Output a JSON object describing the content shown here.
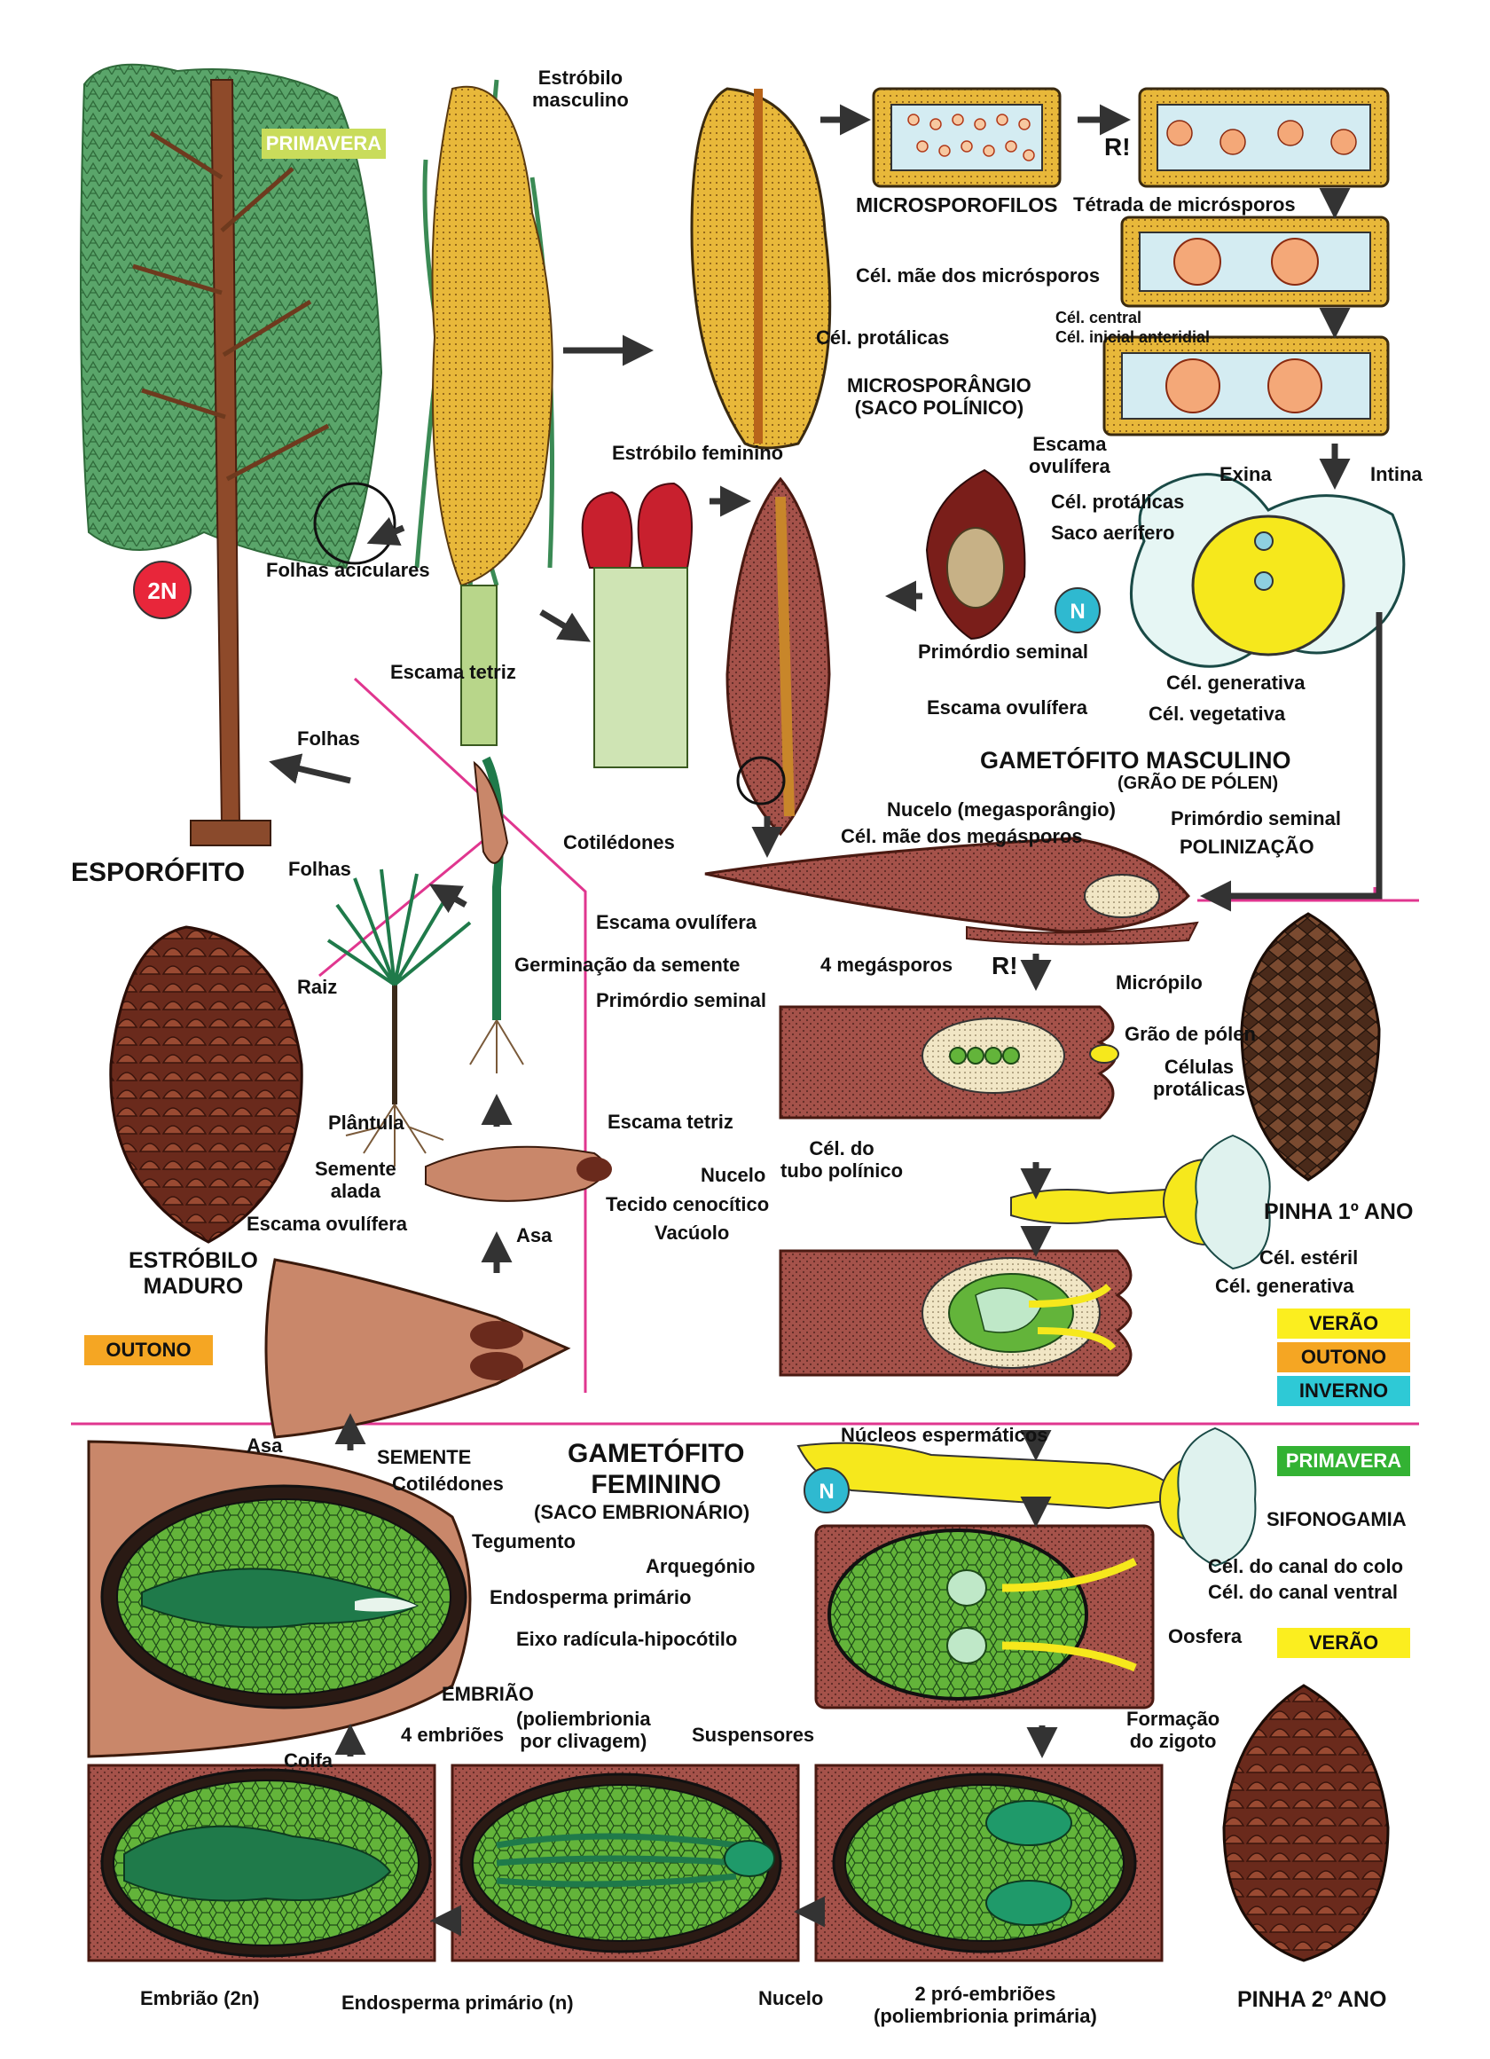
{
  "seasons": {
    "primavera": "PRIMAVERA",
    "outono": "OUTONO",
    "verao": "VERÃO",
    "inverno": "INVERNO"
  },
  "colors": {
    "primavera": "#c9dc5b",
    "primavera_green": "#33b233",
    "outono": "#f5a623",
    "verao": "#fbee1f",
    "inverno": "#2ec9d6",
    "divider": "#e0368f",
    "cell_green": "#63b43a",
    "tissue": "#a5524a",
    "ploidy_2n": "#e8263a",
    "ploidy_n": "#2fb9d0",
    "pollen": "#f6e81c"
  },
  "ploidy": {
    "diploid": "2N",
    "haploid": "N"
  },
  "markers": {
    "meiosis": "R!"
  },
  "labels": {
    "estrobilo_masculino": "Estróbilo\nmasculino",
    "microsporofilos": "MICROSPOROFILOS",
    "tetrada": "Tétrada de micrósporos",
    "cel_mae_microsporos": "Cél. mãe dos micrósporos",
    "cel_protalicas": "Cél. protálicas",
    "cel_central": "Cél. central",
    "cel_inicial_anteridial": "Cél. inicial anteridial",
    "microsporangio": "MICROSPORÂNGIO\n(SACO POLÍNICO)",
    "estrobilo_feminino": "Estróbilo feminino",
    "escama_ovulifera_top": "Escama\novulífera",
    "exina": "Exina",
    "intina": "Intina",
    "cel_protalicas_2": "Cél. protálicas",
    "saco_aerifero": "Saco aerífero",
    "folhas_aciculares": "Folhas aciculares",
    "primordio_seminal": "Primórdio seminal",
    "cel_generativa": "Cél. generativa",
    "cel_vegetativa": "Cél. vegetativa",
    "escama_tetriz": "Escama tetriz",
    "escama_ovulifera": "Escama ovulífera",
    "gametofito_masculino": "GAMETÓFITO MASCULINO",
    "grao_polen": "(GRÃO DE PÓLEN)",
    "folhas_1": "Folhas",
    "nucelo_megasporangio": "Nucelo (megasporângio)",
    "primordio_seminal_2": "Primórdio seminal",
    "cel_mae_megasporos": "Cél. mãe dos megásporos",
    "polinizacao": "POLINIZAÇÃO",
    "cotiledones": "Cotilédones",
    "esporofito": "ESPORÓFITO",
    "folhas_2": "Folhas",
    "escama_ovulifera_2": "Escama ovulífera",
    "germinacao": "Germinação da semente",
    "quatro_megasporos": "4 megásporos",
    "micropilo": "Micrópilo",
    "raiz": "Raiz",
    "primordio_seminal_3": "Primórdio seminal",
    "grao_polen_2": "Grão de pólen",
    "celulas_protalicas": "Células\nprotálicas",
    "plantula": "Plântula",
    "escama_tetriz_2": "Escama tetriz",
    "cel_tubo_polinico": "Cél. do\ntubo polínico",
    "semente_alada": "Semente\nalada",
    "nucelo": "Nucelo",
    "tecido_cenocitico": "Tecido cenocítico",
    "pinha_1": "PINHA 1º ANO",
    "asa": "Asa",
    "vacuolo": "Vacúolo",
    "escama_ovulifera_3": "Escama ovulífera",
    "cel_esteril": "Cél. estéril",
    "estrobilo_maduro": "ESTRÓBILO\nMADURO",
    "cel_generativa_2": "Cél. generativa",
    "asa_2": "Asa",
    "semente": "SEMENTE",
    "gametofito_feminino": "GAMETÓFITO\nFEMININO",
    "saco_embrionario": "(SACO EMBRIONÁRIO)",
    "nucleos_espermaticos": "Núcleos espermáticos",
    "cotiledones_2": "Cotilédones",
    "tegumento": "Tegumento",
    "sifonogamia": "SIFONOGAMIA",
    "arquegonio": "Arquegónio",
    "cel_canal_colo": "Cél. do canal do colo",
    "endosperma_primario": "Endosperma primário",
    "cel_canal_ventral": "Cél. do canal ventral",
    "eixo": "Eixo radícula-hipocótilo",
    "oosfera": "Oosfera",
    "embriao": "EMBRIÃO",
    "quatro_embrioes": "4 embriões",
    "poliembrionia_clivagem": "(poliembrionia\npor clivagem)",
    "suspensores": "Suspensores",
    "formacao_zigoto": "Formação\ndo zigoto",
    "coifa": "Coifa",
    "embriao_2n": "Embrião (2n)",
    "endosperma_n": "Endosperma primário (n)",
    "nucelo_2": "Nucelo",
    "dois_pro_embrioes": "2 pró-embriões\n(poliembrionia primária)",
    "pinha_2": "PINHA 2º ANO"
  }
}
